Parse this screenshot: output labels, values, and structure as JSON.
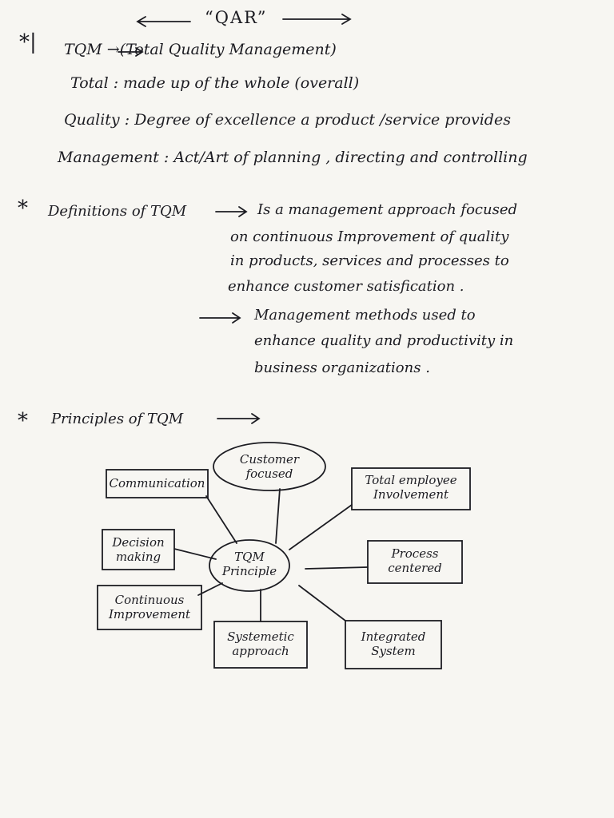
{
  "header": {
    "title": "“QAR”"
  },
  "section1": {
    "bullet": "*|",
    "tqm_line": "TQM →(Total Quality Management)",
    "total_line": "Total : made up of the whole (overall)",
    "quality_line": "Quality : Degree of excellence a product /service provides",
    "management_line": "Management : Act/Art of planning , directing and controlling"
  },
  "section2": {
    "bullet": "*",
    "heading": "Definitions of TQM",
    "def1": [
      "Is a management approach focused",
      "on continuous Improvement of quality",
      "in products, services and processes to",
      "enhance customer satisfication ."
    ],
    "def2": [
      "Management methods used to",
      "enhance quality and productivity in",
      "business organizations ."
    ]
  },
  "section3": {
    "bullet": "*",
    "heading": "Principles of TQM",
    "center": "TQM Principle",
    "nodes": {
      "customer": "Customer focused",
      "communication": "Communication",
      "employee": "Total employee Involvement",
      "decision": "Decision making",
      "process": "Process centered",
      "continuous": "Continuous Improvement",
      "systematic": "Systemetic approach",
      "integrated": "Integrated System"
    }
  },
  "colors": {
    "ink": "#1c1c22",
    "paper": "#f7f6f2"
  }
}
